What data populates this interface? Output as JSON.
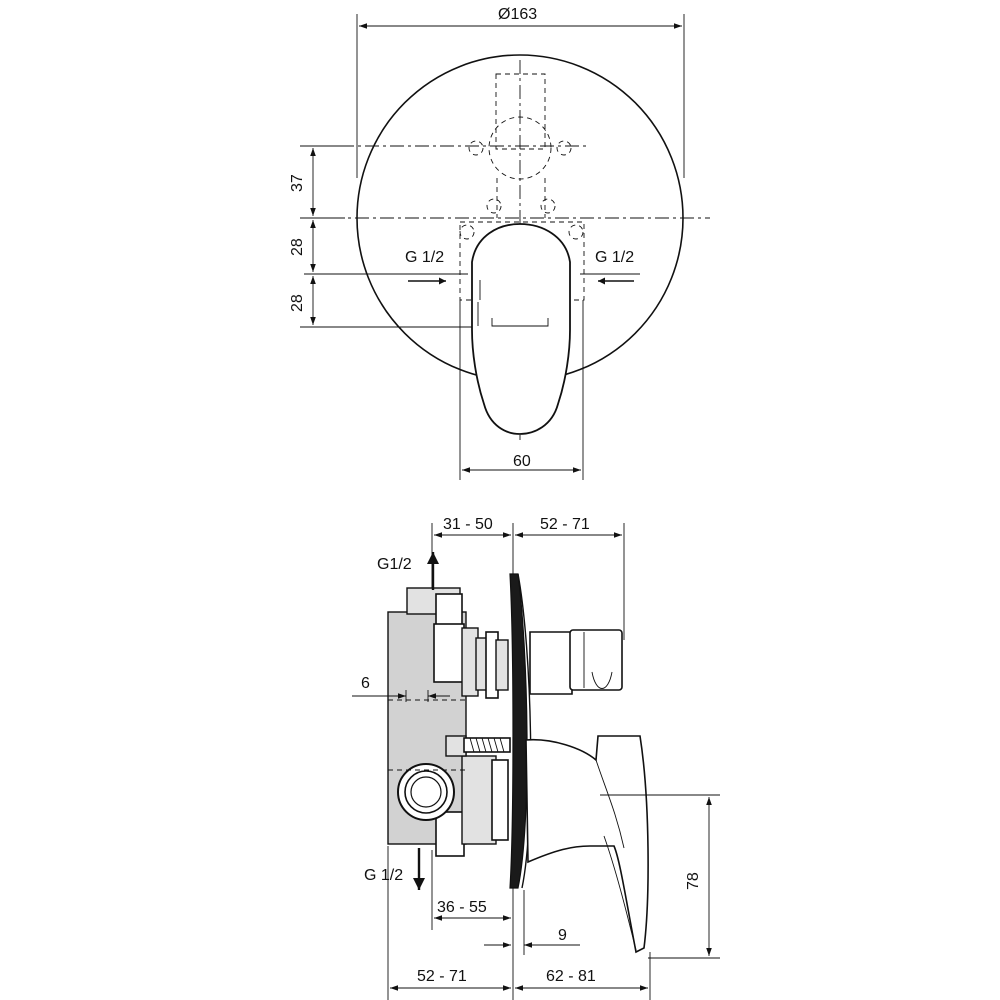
{
  "front_view": {
    "diameter_label": "Ø163",
    "dim_37": "37",
    "dim_28_upper": "28",
    "dim_28_lower": "28",
    "inlet_left": "G 1/2",
    "inlet_right": "G 1/2",
    "dim_60": "60"
  },
  "side_view": {
    "dim_31_50": "31 - 50",
    "dim_52_71_top": "52 - 71",
    "outlet_top": "G1/2",
    "dim_6": "6",
    "outlet_bottom": "G 1/2",
    "dim_36_55": "36 - 55",
    "dim_9": "9",
    "dim_78": "78",
    "dim_52_71_bottom": "52 - 71",
    "dim_62_81": "62 - 81"
  }
}
